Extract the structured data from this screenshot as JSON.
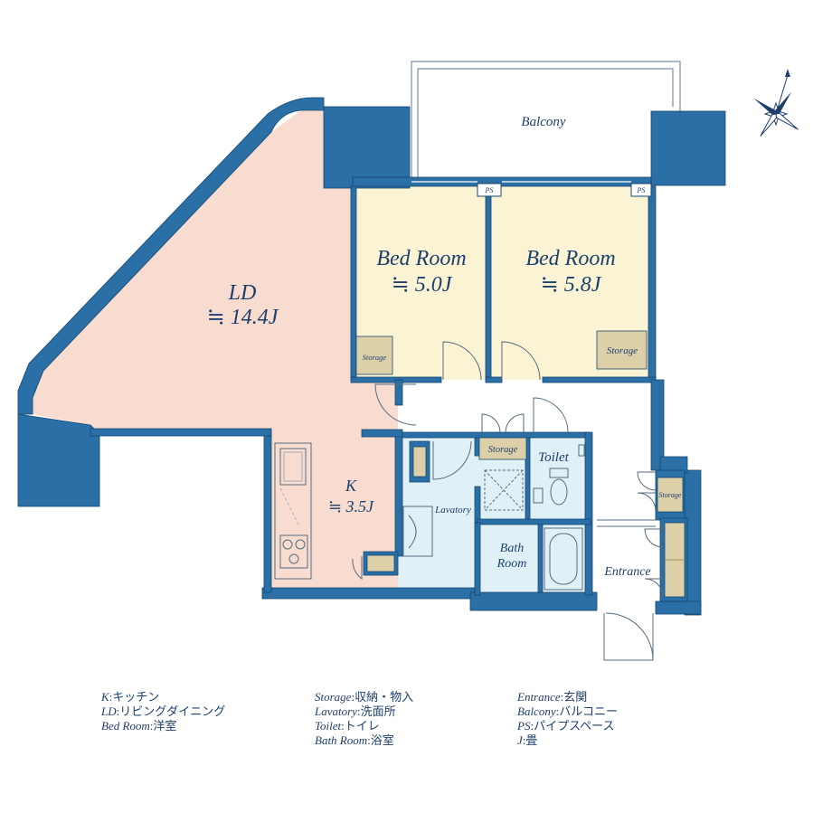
{
  "colors": {
    "wall": "#2a6fa5",
    "wall_stroke": "#17476f",
    "ld": "#f7dccf",
    "bedroom": "#fbf4d4",
    "wet": "#dff1f6",
    "hall": "#ffffff",
    "storage": "#ddd0a9",
    "text": "#1e3f6e"
  },
  "rooms": {
    "balcony": "Balcony",
    "ld_name": "LD",
    "ld_area": "≒ 14.4J",
    "bed1_name": "Bed Room",
    "bed1_area": "≒ 5.0J",
    "bed2_name": "Bed Room",
    "bed2_area": "≒ 5.8J",
    "k_name": "K",
    "k_area": "≒ 3.5J",
    "lavatory": "Lavatory",
    "toilet": "Toilet",
    "bath_line1": "Bath",
    "bath_line2": "Room",
    "entrance": "Entrance",
    "storage_label": "Storage",
    "ps": "PS"
  },
  "legend": {
    "col1": [
      {
        "key": "K",
        "value": ":キッチン"
      },
      {
        "key": "LD",
        "value": ":リビングダイニング"
      },
      {
        "key": "Bed Room",
        "value": ":洋室"
      }
    ],
    "col2": [
      {
        "key": "Storage",
        "value": ":収納・物入"
      },
      {
        "key": "Lavatory",
        "value": ":洗面所"
      },
      {
        "key": "Toilet",
        "value": ":トイレ"
      },
      {
        "key": "Bath Room",
        "value": ":浴室"
      }
    ],
    "col3": [
      {
        "key": "Entrance",
        "value": ":玄関"
      },
      {
        "key": "Balcony",
        "value": ":バルコニー"
      },
      {
        "key": "PS",
        "value": ":パイプスペース"
      },
      {
        "key": "J",
        "value": ":畳"
      }
    ]
  },
  "icons": {
    "compass": "compass-rose-icon",
    "stove": "stove-icon",
    "sink": "sink-icon",
    "toilet": "toilet-icon",
    "bathtub": "bathtub-icon"
  }
}
